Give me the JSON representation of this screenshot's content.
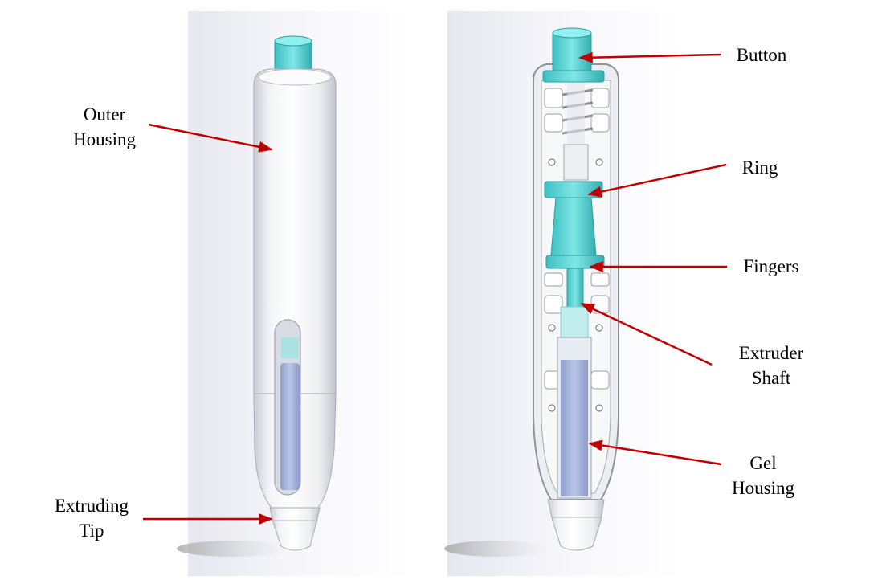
{
  "labels": {
    "outer_housing": [
      "Outer",
      "Housing"
    ],
    "extruding_tip": [
      "Extruding",
      "Tip"
    ],
    "button": "Button",
    "ring": "Ring",
    "fingers": "Fingers",
    "extruder_shaft": [
      "Extruder",
      "Shaft"
    ],
    "gel_housing": [
      "Gel",
      "Housing"
    ]
  },
  "colors": {
    "arrow": "#c00000",
    "cyan_part": "#5ed6d6",
    "gel": "#a9b8dc",
    "housing": "#f4f5f7"
  }
}
